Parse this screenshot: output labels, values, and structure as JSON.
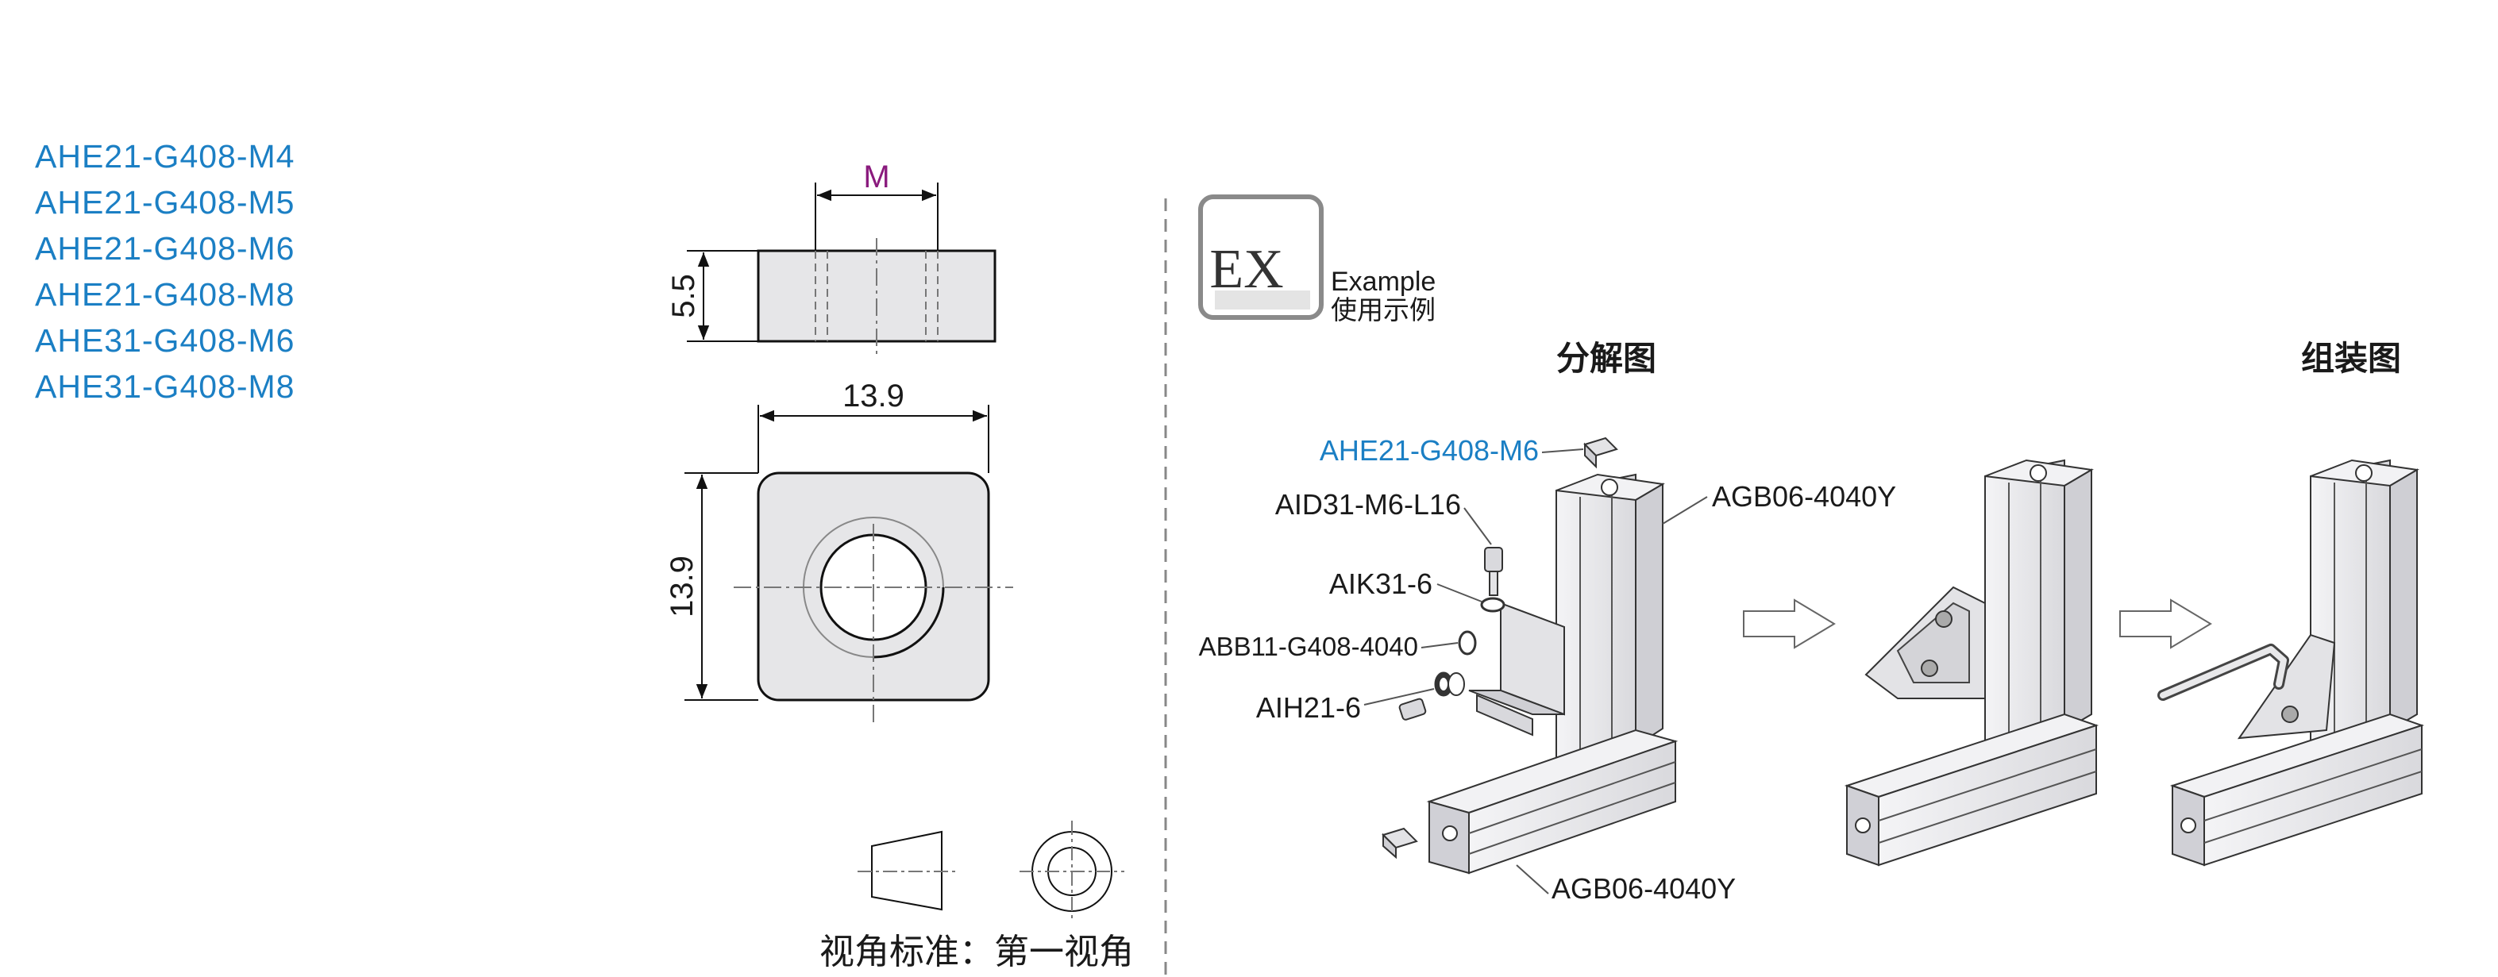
{
  "models": [
    "AHE21-G408-M4",
    "AHE21-G408-M5",
    "AHE21-G408-M6",
    "AHE21-G408-M8",
    "AHE31-G408-M6",
    "AHE31-G408-M8"
  ],
  "drawing": {
    "dim_m": "M",
    "dim_thickness": "5.5",
    "dim_width": "13.9",
    "dim_height": "13.9",
    "projection_note": "视角标准：第一视角"
  },
  "example": {
    "badge": "EX",
    "label_en": "Example",
    "label_cn": "使用示例",
    "exploded_title": "分解图",
    "assembled_title": "组装图",
    "parts": {
      "nut": "AHE21-G408-M6",
      "bolt": "AID31-M6-L16",
      "spring_washer": "AIK31-6",
      "bracket": "ABB11-G408-4040",
      "flat_washer": "AIH21-6",
      "profile_vertical": "AGB06-4040Y",
      "profile_horizontal": "AGB06-4040Y"
    }
  },
  "colors": {
    "model_blue": "#1b7fc4",
    "dim_purple": "#8a1a7d",
    "part_fill": "#e6e6e8"
  }
}
